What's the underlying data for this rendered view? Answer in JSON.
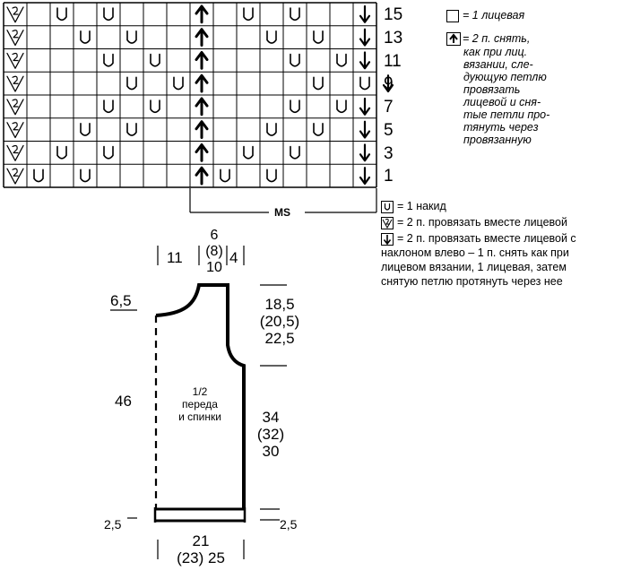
{
  "chart": {
    "row_numbers": [
      "15",
      "13",
      "11",
      "9",
      "7",
      "5",
      "3",
      "1"
    ],
    "repeat_label": "MS",
    "rows": [
      [
        "k2tog",
        "",
        "U",
        "",
        "U",
        "",
        "",
        "",
        "arrow",
        "",
        "U",
        "",
        "U",
        "",
        "",
        "ssk"
      ],
      [
        "k2tog",
        "",
        "",
        "U",
        "",
        "U",
        "",
        "",
        "arrow",
        "",
        "",
        "U",
        "",
        "U",
        "",
        "ssk"
      ],
      [
        "k2tog",
        "",
        "",
        "",
        "U",
        "",
        "U",
        "",
        "arrow",
        "",
        "",
        "",
        "U",
        "",
        "U",
        "ssk"
      ],
      [
        "k2tog",
        "",
        "",
        "",
        "",
        "U",
        "",
        "U",
        "arrow",
        "",
        "",
        "",
        "",
        "U",
        "",
        "U",
        "ssk"
      ],
      [
        "k2tog",
        "",
        "",
        "",
        "U",
        "",
        "U",
        "",
        "arrow",
        "",
        "",
        "",
        "U",
        "",
        "U",
        "ssk"
      ],
      [
        "k2tog",
        "",
        "",
        "U",
        "",
        "U",
        "",
        "",
        "arrow",
        "",
        "",
        "U",
        "",
        "U",
        "",
        "ssk"
      ],
      [
        "k2tog",
        "",
        "U",
        "",
        "U",
        "",
        "",
        "",
        "arrow",
        "",
        "U",
        "",
        "U",
        "",
        "",
        "ssk"
      ],
      [
        "k2tog",
        "U",
        "",
        "U",
        "",
        "",
        "",
        "",
        "arrow",
        "U",
        "",
        "U",
        "",
        "",
        "",
        "ssk"
      ]
    ]
  },
  "legend_top": {
    "knit": "= 1 лицевая",
    "slip_lines": [
      "= 2 п. снять,",
      "как при лиц.",
      "вязании, сле-",
      "дующую петлю",
      "провязать",
      "лицевой и сня-",
      "тые петли про-",
      "тянуть через",
      "провязанную"
    ]
  },
  "legend_bottom": {
    "yo": "= 1 накид",
    "k2tog": "= 2 п. провязать вместе лицевой",
    "ssk_lines": [
      "= 2 п. провязать вместе лицевой с",
      "наклоном влево – 1 п. снять как при",
      "лицевом вязании, 1 лицевая, затем",
      "снятую петлю протянуть через нее"
    ]
  },
  "schematic": {
    "center_label": [
      "1/2",
      "переда",
      "и спинки"
    ],
    "top_left_width": "11",
    "neck_width": [
      "6",
      "(8)",
      "10"
    ],
    "top_right_width": "4",
    "shoulder_drop": "6,5",
    "armhole_height": [
      "18,5",
      "(20,5)",
      "22,5"
    ],
    "total_length": "46",
    "side_length": [
      "34",
      "(32)",
      "30"
    ],
    "hem_left": "2,5",
    "hem_right": "2,5",
    "bottom_width": [
      "21",
      "(23) 25"
    ]
  }
}
